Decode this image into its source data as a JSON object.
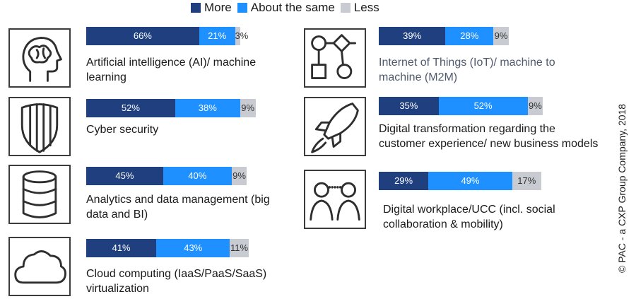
{
  "legend": [
    {
      "name": "More",
      "color": "#1f3f7f"
    },
    {
      "name": "About the same",
      "color": "#1e90ff"
    },
    {
      "name": "Less",
      "color": "#c8ccd2"
    }
  ],
  "copyright": "© PAC - a CXP Group Company, 2018",
  "chart_data": {
    "type": "bar",
    "orientation": "horizontal-stacked",
    "series_names": [
      "More",
      "About the same",
      "Less"
    ],
    "units": "%",
    "categories": [
      {
        "label": "Artificial intelligence (AI)/ machine learning",
        "icon": "brain-head-icon",
        "values": [
          66,
          21,
          3
        ],
        "value_labels": [
          "66%",
          "21%",
          "3%"
        ]
      },
      {
        "label": "Cyber security",
        "icon": "shield-icon",
        "values": [
          52,
          38,
          9
        ],
        "value_labels": [
          "52%",
          "38%",
          "9%"
        ]
      },
      {
        "label": "Analytics and data management (big data and BI)",
        "icon": "database-icon",
        "values": [
          45,
          40,
          9
        ],
        "value_labels": [
          "45%",
          "40%",
          "9%"
        ]
      },
      {
        "label": "Cloud computing (IaaS/PaaS/SaaS) virtualization",
        "icon": "cloud-icon",
        "values": [
          41,
          43,
          11
        ],
        "value_labels": [
          "41%",
          "43%",
          "11%"
        ]
      },
      {
        "label": "Internet of Things (IoT)/ machine to machine (M2M)",
        "icon": "flowchart-icon",
        "values": [
          39,
          28,
          9
        ],
        "value_labels": [
          "39%",
          "28%",
          "9%"
        ]
      },
      {
        "label": "Digital transformation regarding the customer experience/ new business models",
        "icon": "rocket-icon",
        "values": [
          35,
          52,
          9
        ],
        "value_labels": [
          "35%",
          "52%",
          "9%"
        ]
      },
      {
        "label": "Digital workplace/UCC (incl. social collaboration & mobility)",
        "icon": "collaboration-icon",
        "values": [
          29,
          49,
          17
        ],
        "value_labels": [
          "29%",
          "49%",
          "17%"
        ]
      }
    ]
  }
}
